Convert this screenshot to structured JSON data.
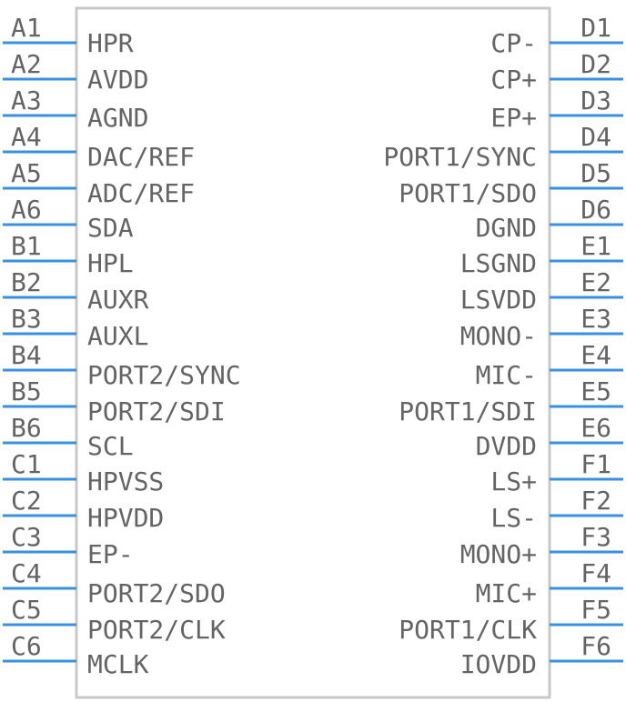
{
  "colors": {
    "pin_line": "#3b8fe0",
    "body_outline": "#c8c8c8",
    "text": "#646464",
    "background": "#ffffff"
  },
  "left_pins": [
    {
      "number": "A1",
      "name": "HPR"
    },
    {
      "number": "A2",
      "name": "AVDD"
    },
    {
      "number": "A3",
      "name": "AGND"
    },
    {
      "number": "A4",
      "name": "DAC/REF"
    },
    {
      "number": "A5",
      "name": "ADC/REF"
    },
    {
      "number": "A6",
      "name": "SDA"
    },
    {
      "number": "B1",
      "name": "HPL"
    },
    {
      "number": "B2",
      "name": "AUXR"
    },
    {
      "number": "B3",
      "name": "AUXL"
    },
    {
      "number": "B4",
      "name": "PORT2/SYNC"
    },
    {
      "number": "B5",
      "name": "PORT2/SDI"
    },
    {
      "number": "B6",
      "name": "SCL"
    },
    {
      "number": "C1",
      "name": "HPVSS"
    },
    {
      "number": "C2",
      "name": "HPVDD"
    },
    {
      "number": "C3",
      "name": "EP-"
    },
    {
      "number": "C4",
      "name": "PORT2/SDO"
    },
    {
      "number": "C5",
      "name": "PORT2/CLK"
    },
    {
      "number": "C6",
      "name": "MCLK"
    }
  ],
  "right_pins": [
    {
      "number": "D1",
      "name": "CP-"
    },
    {
      "number": "D2",
      "name": "CP+"
    },
    {
      "number": "D3",
      "name": "EP+"
    },
    {
      "number": "D4",
      "name": "PORT1/SYNC"
    },
    {
      "number": "D5",
      "name": "PORT1/SDO"
    },
    {
      "number": "D6",
      "name": "DGND"
    },
    {
      "number": "E1",
      "name": "LSGND"
    },
    {
      "number": "E2",
      "name": "LSVDD"
    },
    {
      "number": "E3",
      "name": "MONO-"
    },
    {
      "number": "E4",
      "name": "MIC-"
    },
    {
      "number": "E5",
      "name": "PORT1/SDI"
    },
    {
      "number": "E6",
      "name": "DVDD"
    },
    {
      "number": "F1",
      "name": "LS+"
    },
    {
      "number": "F2",
      "name": "LS-"
    },
    {
      "number": "F3",
      "name": "MONO+"
    },
    {
      "number": "F4",
      "name": "MIC+"
    },
    {
      "number": "F5",
      "name": "PORT1/CLK"
    },
    {
      "number": "F6",
      "name": "IOVDD"
    }
  ]
}
